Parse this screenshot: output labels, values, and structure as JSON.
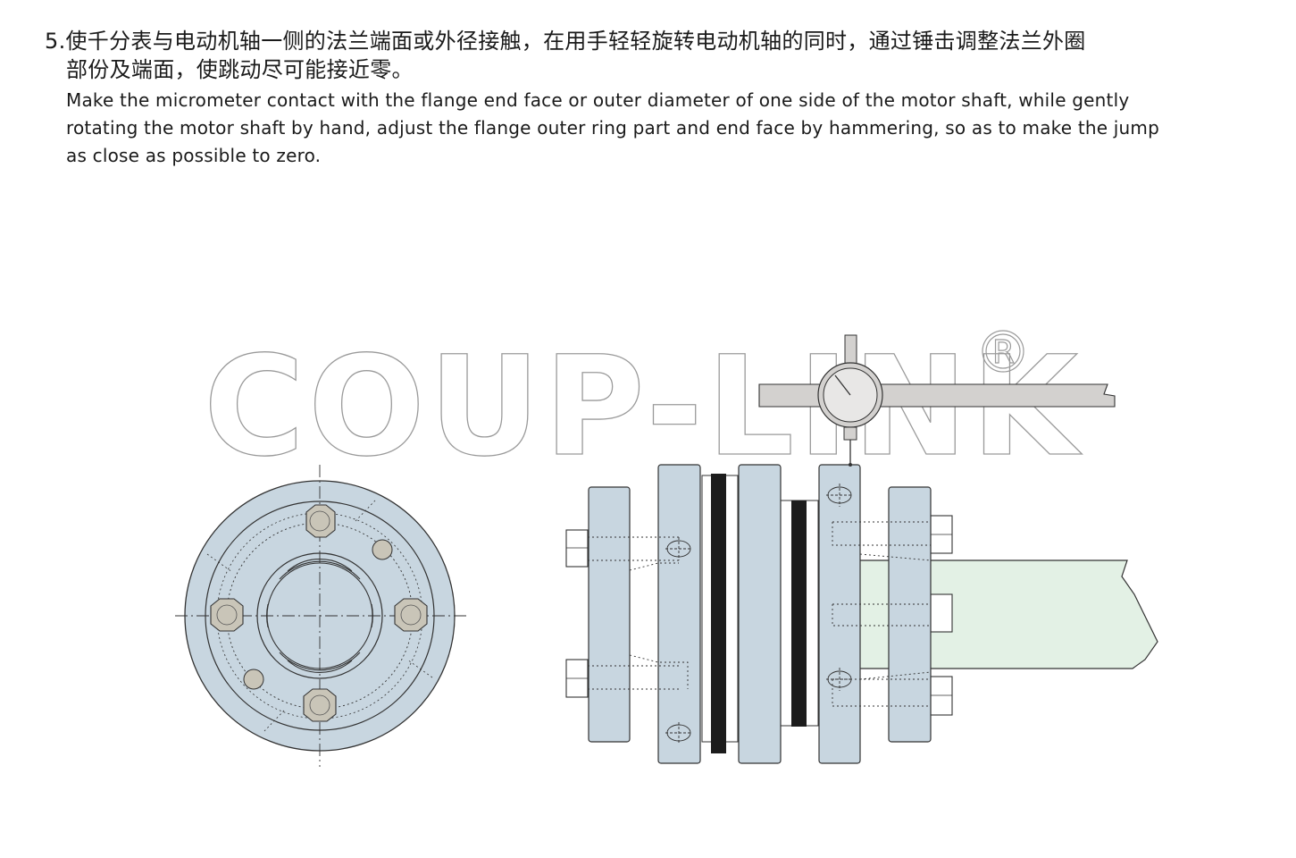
{
  "instruction": {
    "step_number": "5.",
    "cn_line1": "使千分表与电动机轴一侧的法兰端面或外径接触，在用手轻轻旋转电动机轴的同时，通过锤击调整法兰外圈",
    "cn_line2": "部份及端面，使跳动尽可能接近零。",
    "en_line1": "Make the micrometer contact with the flange end face or outer diameter of one side of the motor shaft, while gently",
    "en_line2": "rotating the motor shaft by hand, adjust the flange outer ring part and end face by hammering, so as to make the jump",
    "en_line3": "as close as possible to zero."
  },
  "watermark": {
    "logo_text": "COUP-LINK",
    "registered_mark": "R"
  },
  "colors": {
    "flange_fill": "#c8d6e0",
    "bolt_fill": "#c9c5b8",
    "shaft_fill": "#e3f1e5",
    "disc_pack": "#1c1c1c",
    "dial_bar": "#d3d1cf",
    "outline": "#333333"
  }
}
